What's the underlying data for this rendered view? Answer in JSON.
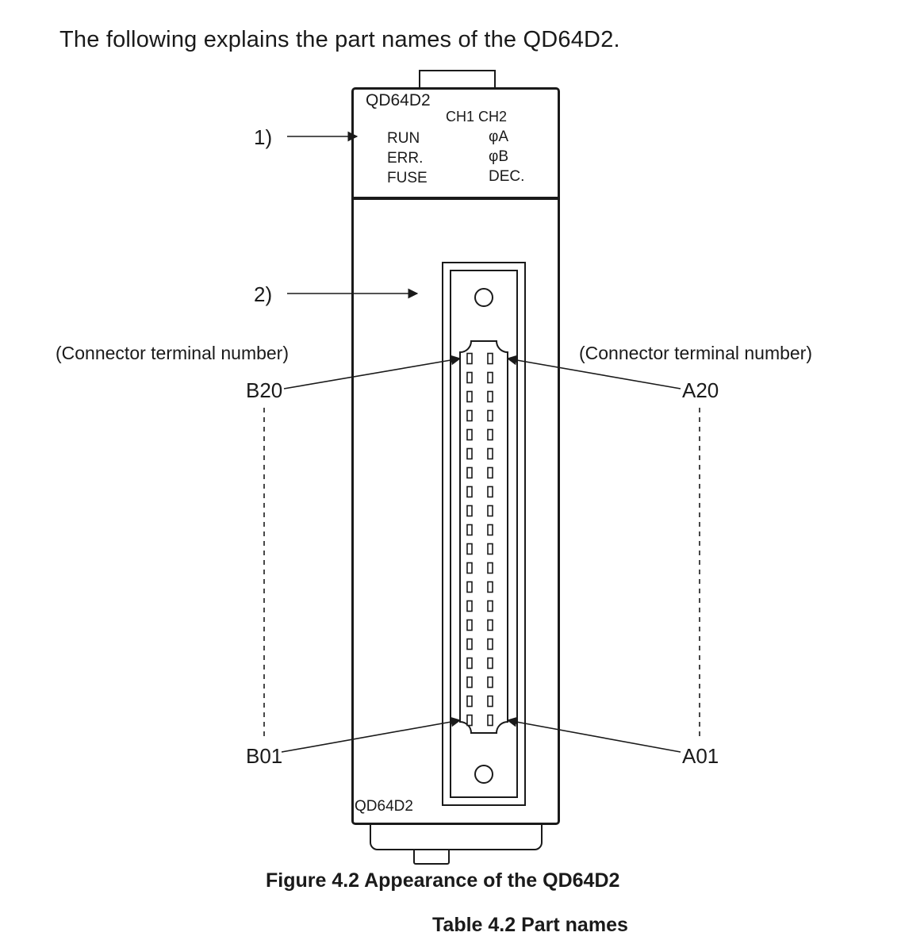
{
  "page": {
    "intro_text": "The following explains the part names of the QD64D2.",
    "figure_caption": "Figure 4.2 Appearance of the QD64D2",
    "table_caption": "Table 4.2 Part names"
  },
  "module": {
    "model_top": "QD64D2",
    "model_bottom": "QD64D2",
    "channel_header": "CH1 CH2",
    "indicators_left": [
      "RUN",
      "ERR.",
      "FUSE"
    ],
    "indicators_right": [
      "φA",
      "φB",
      "DEC."
    ],
    "pin_rows": 20,
    "pin_columns": 2
  },
  "annotations": {
    "callout_1": "1)",
    "callout_2": "2)",
    "connector_terminal_left": "(Connector terminal number)",
    "connector_terminal_right": "(Connector terminal number)",
    "terminal_b20": "B20",
    "terminal_a20": "A20",
    "terminal_b01": "B01",
    "terminal_a01": "A01"
  },
  "colors": {
    "ink": "#1a1a1a",
    "background": "#ffffff"
  }
}
